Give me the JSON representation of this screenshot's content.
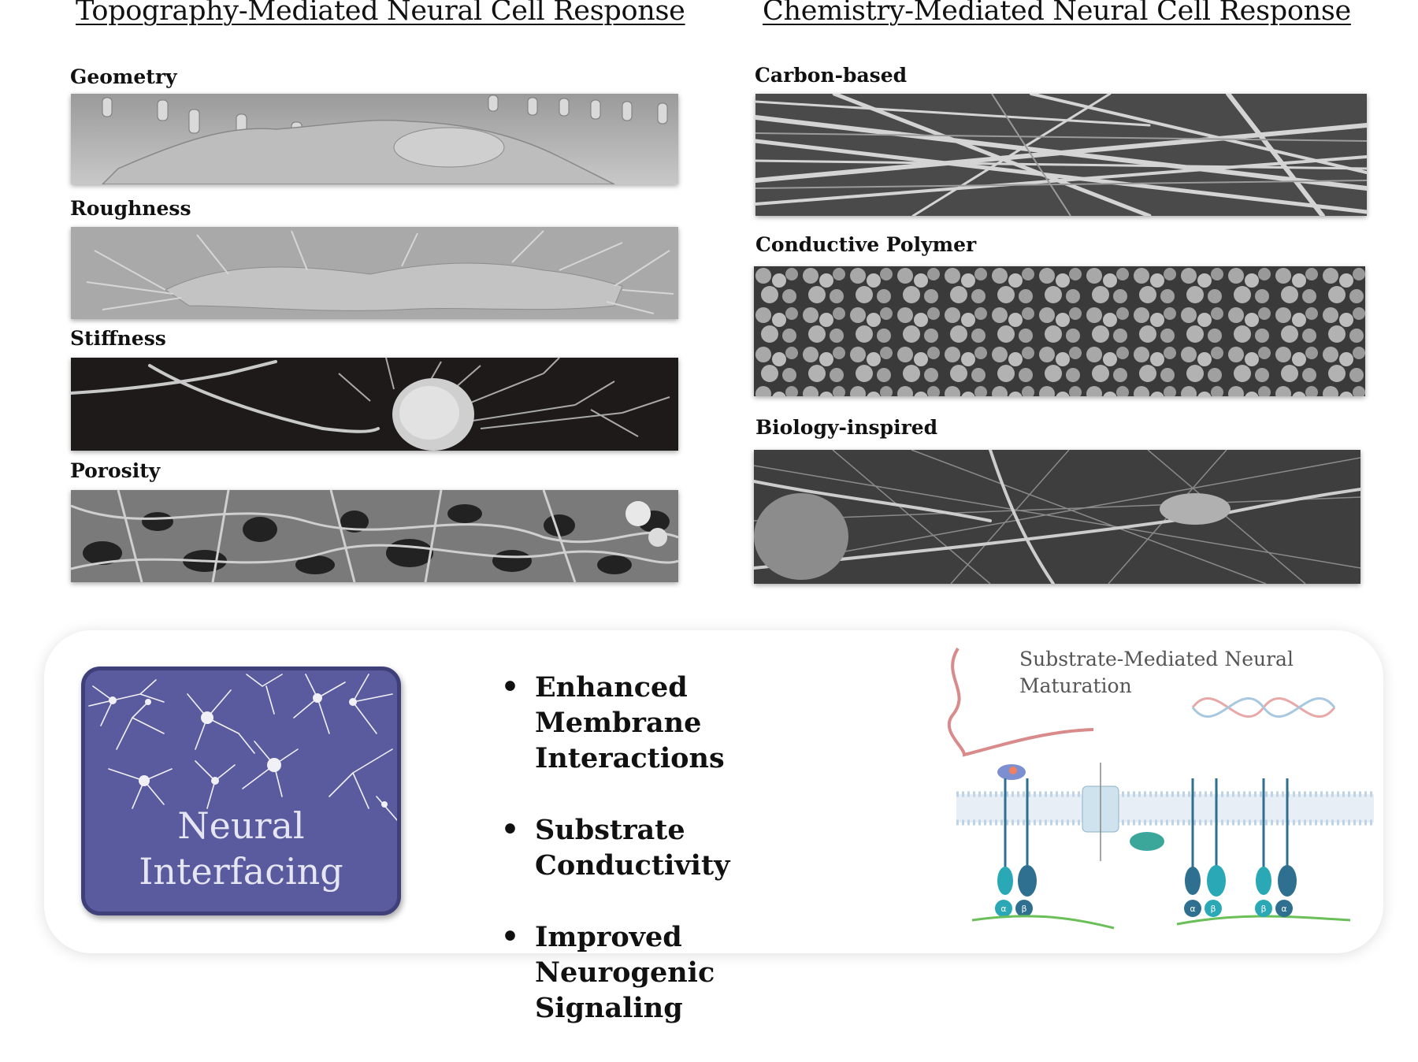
{
  "headings": {
    "left": "Topography-Mediated Neural Cell Response",
    "right": "Chemistry-Mediated Neural Cell Response"
  },
  "topography_panels": [
    {
      "label": "Geometry"
    },
    {
      "label": "Roughness"
    },
    {
      "label": "Stiffness"
    },
    {
      "label": "Porosity"
    }
  ],
  "chemistry_panels": [
    {
      "label": "Carbon-based"
    },
    {
      "label": "Conductive Polymer"
    },
    {
      "label": "Biology-inspired"
    }
  ],
  "neural_box": {
    "title_line1": "Neural",
    "title_line2": "Interfacing",
    "color": "#5a5a9e"
  },
  "bullets": [
    "Enhanced Membrane Interactions",
    "Substrate Conductivity",
    "Improved Neurogenic Signaling"
  ],
  "diagram": {
    "title": "Substrate-Mediated Neural Maturation",
    "subunit_labels": [
      "α",
      "β",
      "α",
      "β",
      "β",
      "α"
    ]
  },
  "colors": {
    "membrane": "#bfd3e6",
    "receptor": "#2f6f8f",
    "integrin": "#2aa8b5",
    "actin": "#6bbf59",
    "ecm": "#d98a8a"
  }
}
